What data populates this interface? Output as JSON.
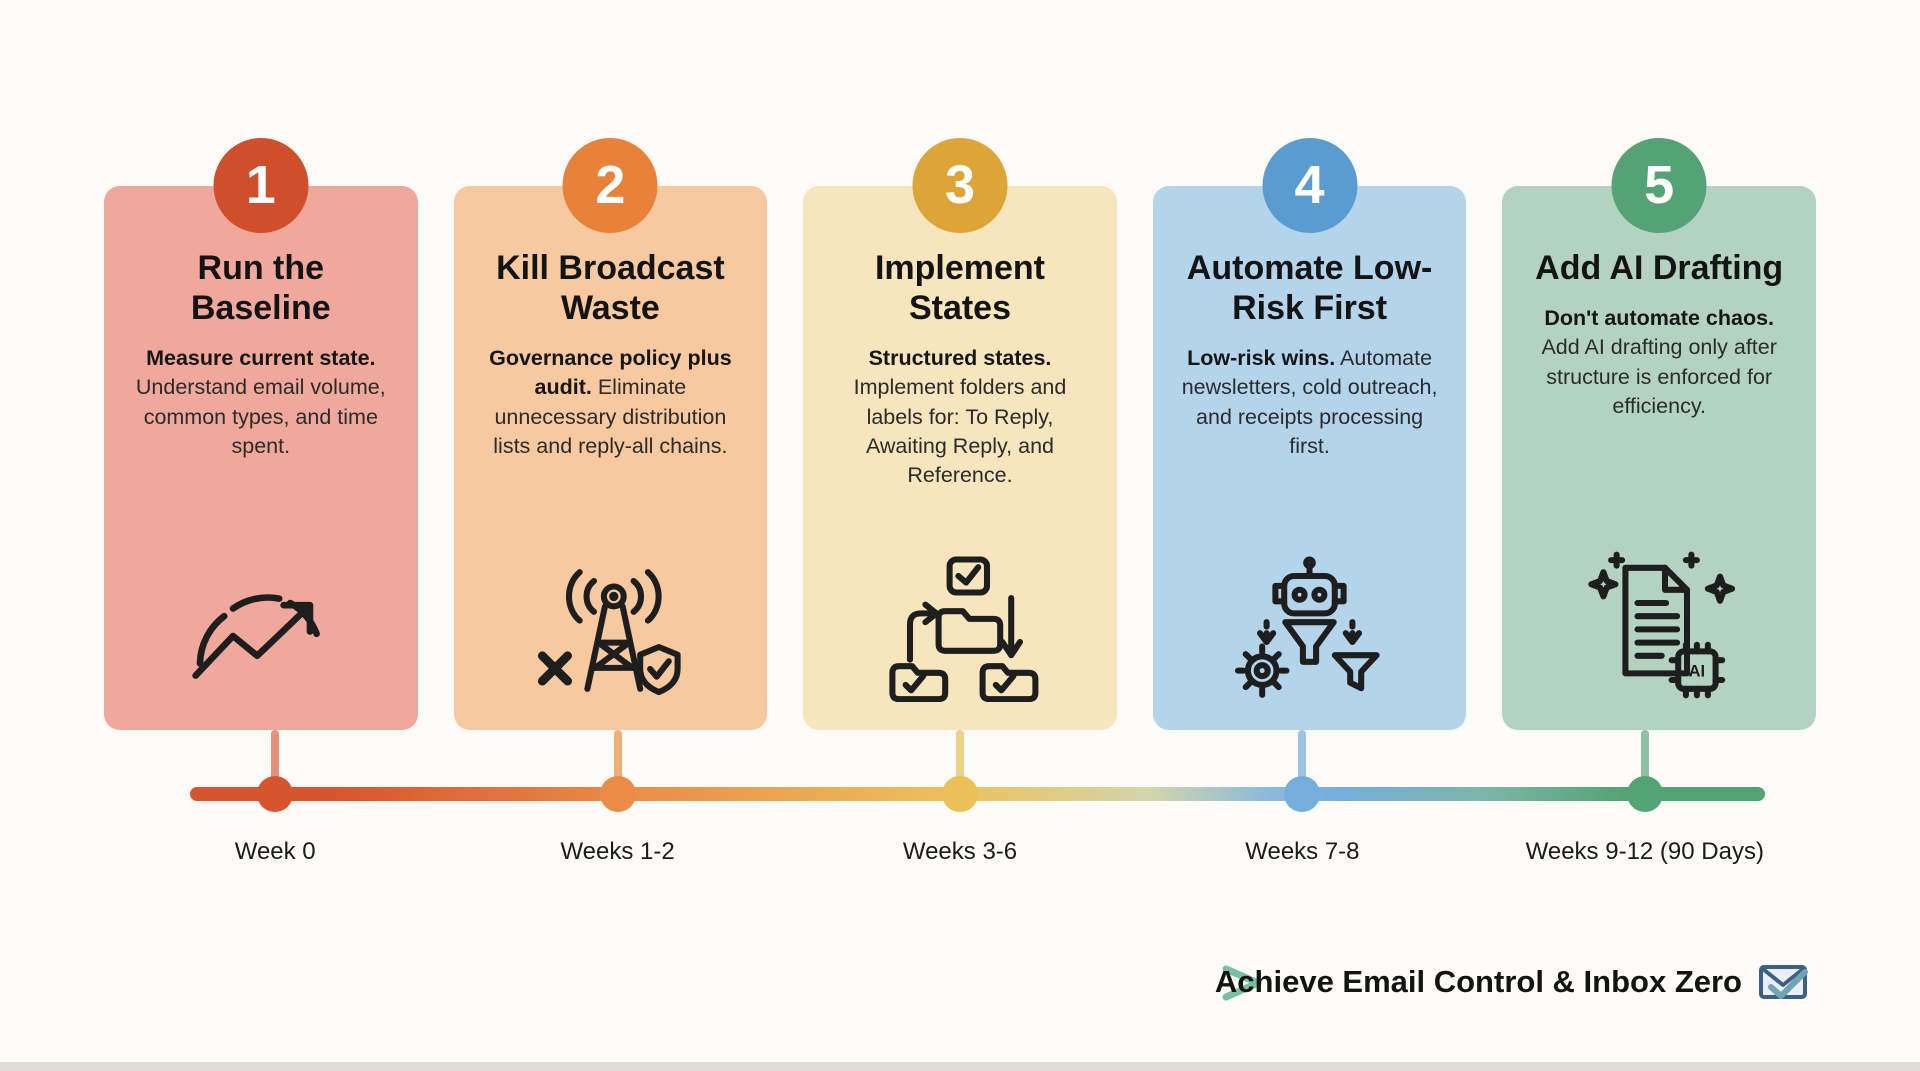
{
  "page": {
    "background": "#fcfbf8"
  },
  "steps": [
    {
      "number": "1",
      "title": "Run the Baseline",
      "lead": "Measure current state.",
      "detail": "Understand email volume, common types, and time spent.",
      "week": "Week 0",
      "icon": "gauge-trend-icon",
      "badge_color": "#cf4e2b",
      "card_color": "#efa89b",
      "dot_color": "#d8542e"
    },
    {
      "number": "2",
      "title": "Kill Broadcast Waste",
      "lead": "Governance policy plus audit.",
      "detail": "Eliminate unnecessary distribution lists and reply-all chains.",
      "week": "Weeks 1-2",
      "icon": "broadcast-tower-icon",
      "badge_color": "#e8813a",
      "card_color": "#f6c9a0",
      "dot_color": "#ea8c46"
    },
    {
      "number": "3",
      "title": "Implement States",
      "lead": "Structured states.",
      "detail": "Implement folders and labels for: To Reply, Awaiting Reply, and Reference.",
      "week": "Weeks 3-6",
      "icon": "folders-flow-icon",
      "badge_color": "#dda437",
      "card_color": "#f6e5bd",
      "dot_color": "#e9c158"
    },
    {
      "number": "4",
      "title": "Automate Low-Risk First",
      "lead": "Low-risk wins.",
      "detail": "Automate newsletters, cold outreach, and receipts processing first.",
      "week": "Weeks 7-8",
      "icon": "robot-automation-icon",
      "badge_color": "#5a9bd0",
      "card_color": "#b4d4ec",
      "dot_color": "#73aedd"
    },
    {
      "number": "5",
      "title": "Add AI Drafting",
      "lead": "Don't automate chaos.",
      "detail": "Add AI drafting only after structure is enforced for efficiency.",
      "week": "Weeks 9-12 (90 Days)",
      "icon": "ai-document-icon",
      "badge_color": "#55a276",
      "card_color": "#b3d3c0",
      "dot_color": "#54a376"
    }
  ],
  "footer": {
    "goal": "Achieve Email Control & Inbox Zero",
    "icon": "inbox-check-icon"
  }
}
